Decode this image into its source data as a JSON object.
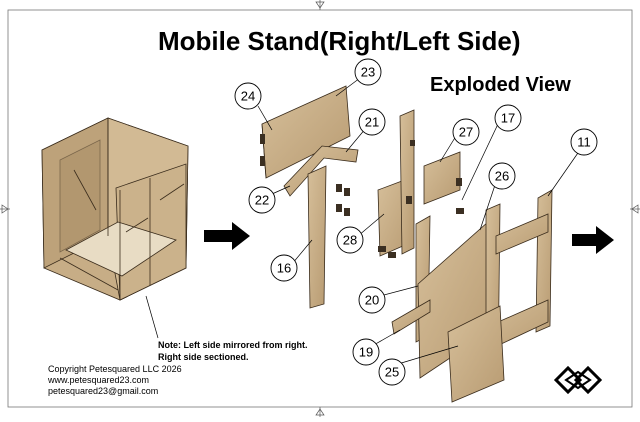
{
  "title": "Mobile Stand(Right/Left Side)",
  "subtitle": "Exploded View",
  "note": {
    "line1": "Note: Left side mirrored from right.",
    "line2": "Right side sectioned."
  },
  "footer": {
    "copyright": "Copyright Petesquared LLC 2026",
    "website": "www.petesquared23.com",
    "email": "petesquared23@gmail.com"
  },
  "callouts": [
    "24",
    "23",
    "21",
    "22",
    "27",
    "17",
    "16",
    "28",
    "26",
    "11",
    "20",
    "19",
    "25"
  ],
  "colors": {
    "wood": "#c9b08a",
    "wood_dark": "#8f7654",
    "wood_edge": "#5a4630",
    "outline": "#222222",
    "arrow": "#000000"
  },
  "icons": [
    "right-arrow-icon",
    "right-arrow-icon",
    "logo-icon"
  ]
}
